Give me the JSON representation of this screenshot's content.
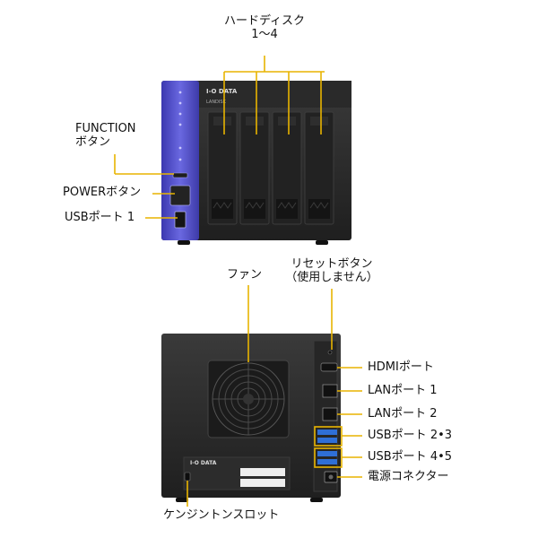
{
  "front": {
    "brand": "I-O DATA",
    "model": "LANDISK",
    "labels": {
      "hdd_line1": "ハードディスク",
      "hdd_line2": "1〜4",
      "function_line1": "FUNCTION",
      "function_line2": "ボタン",
      "power": "POWERボタン",
      "usb1": "USBポート 1"
    }
  },
  "rear": {
    "brand": "I-O DATA",
    "labels": {
      "fan": "ファン",
      "reset_line1": "リセットボタン",
      "reset_line2": "（使用しません）",
      "hdmi": "HDMIポート",
      "lan1": "LANポート 1",
      "lan2": "LANポート 2",
      "usb23": "USBポート 2•3",
      "usb45": "USBポート 4•5",
      "power": "電源コネクター",
      "kensington": "ケンジントンスロット"
    }
  },
  "colors": {
    "accent_line": "#e8b400",
    "panel_blue": "#5553c8",
    "chassis": "#2b2b2b",
    "usb_blue": "#2f6fd6"
  }
}
